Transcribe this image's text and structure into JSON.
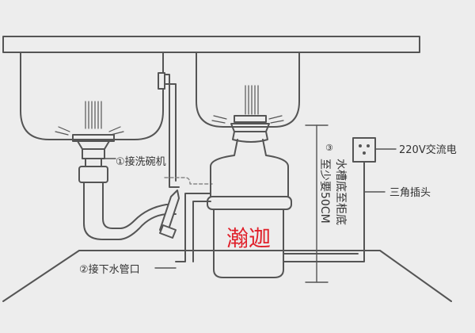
{
  "labels": {
    "dishwasher": "①接洗碗机",
    "drain": "②接下水管口",
    "height_number": "③",
    "height_line1": "水槽底至柜底",
    "height_line2": "至少要50CM",
    "outlet": "220V交流电",
    "plug": "三角插头",
    "brand": "瀚迦"
  },
  "colors": {
    "line": "#555555",
    "background": "#ededed",
    "brand": "#e0202a",
    "dashed": "#888888"
  },
  "icons": {
    "outlet": "power-outlet-icon",
    "disposer": "garbage-disposer-icon"
  }
}
